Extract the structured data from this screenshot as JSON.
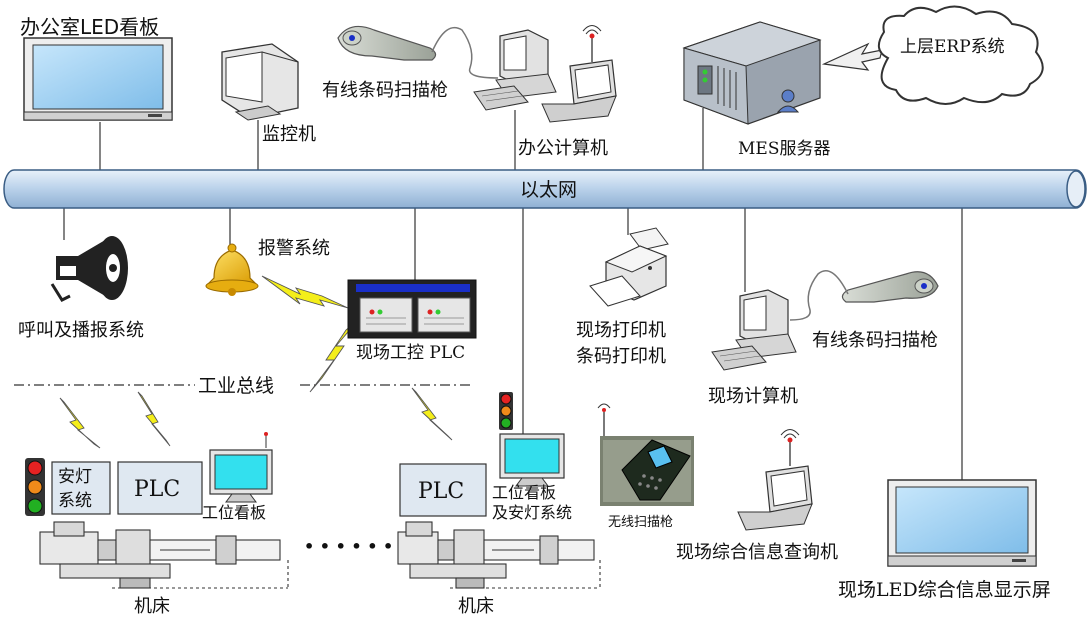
{
  "network": {
    "ethernet_label": "以太网",
    "fieldbus_label": "工业总线"
  },
  "devices": {
    "office_led": "办公室LED看板",
    "monitor_pc": "监控机",
    "wired_scanner_office": "有线条码扫描枪",
    "office_pc": "办公计算机",
    "mes_server": "MES服务器",
    "erp": "上层ERP系统",
    "call_broadcast": "呼叫及播报系统",
    "alarm": "报警系统",
    "field_plc": "现场工控 PLC",
    "field_printer_line1": "现场打印机",
    "field_printer_line2": "条码打印机",
    "wired_scanner_field": "有线条码扫描枪",
    "field_pc": "现场计算机",
    "andon_line1": "安灯",
    "andon_line2": "系统",
    "plc_a": "PLC",
    "station_board": "工位看板",
    "dots": "• • • • • •",
    "plc_b": "PLC",
    "station_andon_line1": "工位看板",
    "station_andon_line2": "及安灯系统",
    "wireless_scanner": "无线扫描枪",
    "field_query": "现场综合信息查询机",
    "field_led": "现场LED综合信息显示屏",
    "machine_a": "机床",
    "machine_b": "机床"
  },
  "colors": {
    "bus_fill": "#bcd3ea",
    "bus_stroke": "#3a5d84",
    "screen_blue": "#9fd0f2",
    "lightning": "#f4ee1a",
    "alarm_yellow": "#f2c21a",
    "plc_blue": "#1a2fc8"
  }
}
